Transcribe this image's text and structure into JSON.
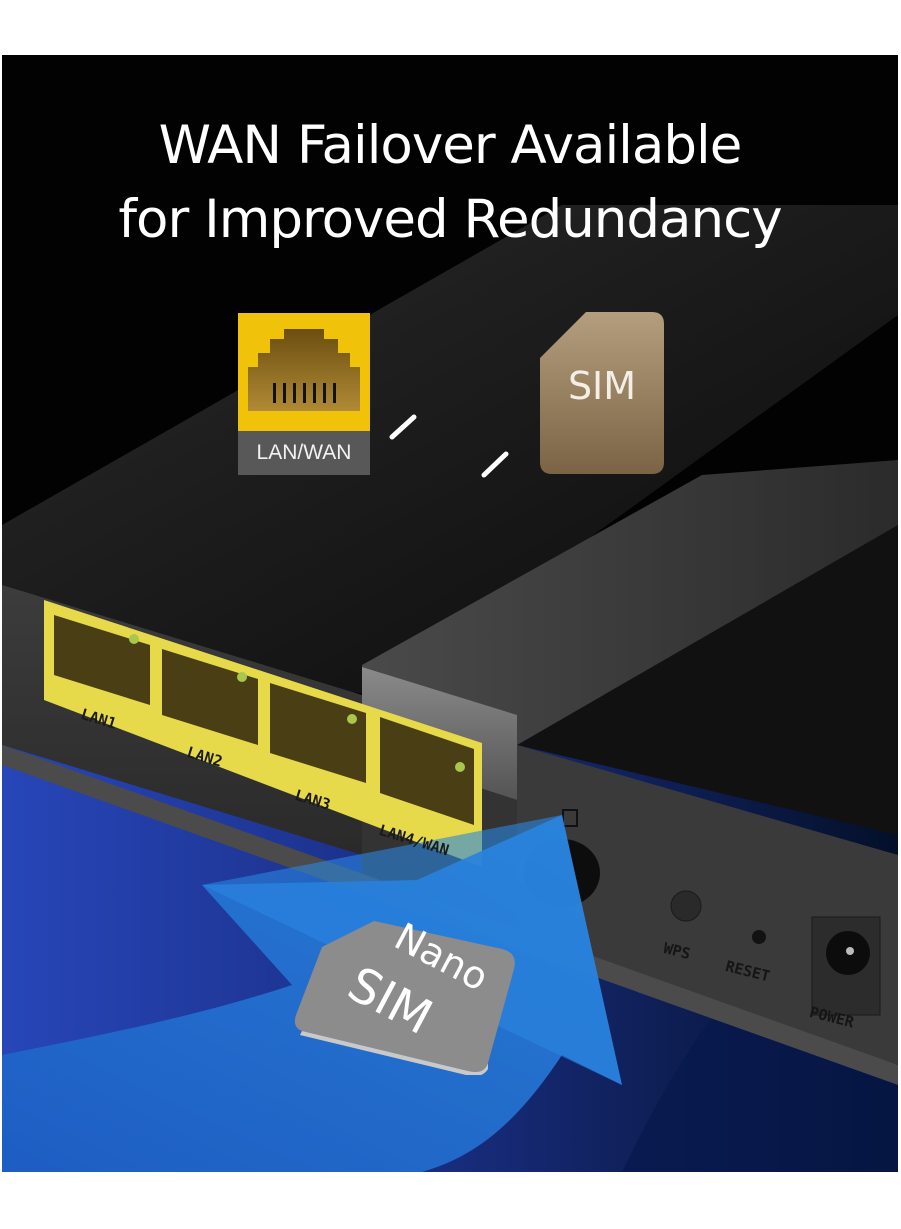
{
  "headline": {
    "line1": "WAN Failover Available",
    "line2": "for Improved Redundancy"
  },
  "icons": {
    "lan_wan": {
      "name": "ethernet-port-icon",
      "label": "LAN/WAN",
      "color": "#f0c20a",
      "label_bg": "#585858"
    },
    "swap": {
      "name": "swap-arrows-icon"
    },
    "sim": {
      "name": "sim-card-icon",
      "label": "SIM",
      "color": "#8a7452"
    }
  },
  "router": {
    "ports": [
      {
        "label": "LAN1"
      },
      {
        "label": "LAN2"
      },
      {
        "label": "LAN3"
      },
      {
        "label": "LAN4/WAN"
      }
    ],
    "controls": [
      {
        "label": "WPS"
      },
      {
        "label": "RESET"
      },
      {
        "label": "POWER"
      }
    ],
    "port_color": "#e6d94a",
    "body_color": "#1c1c1c"
  },
  "nano_sim": {
    "line1": "Nano",
    "line2": "SIM",
    "arrow_color": "#1f6fd0"
  },
  "colors": {
    "background_top": "#020202",
    "background_bottom": "#0d2a8a",
    "text": "#ffffff"
  }
}
